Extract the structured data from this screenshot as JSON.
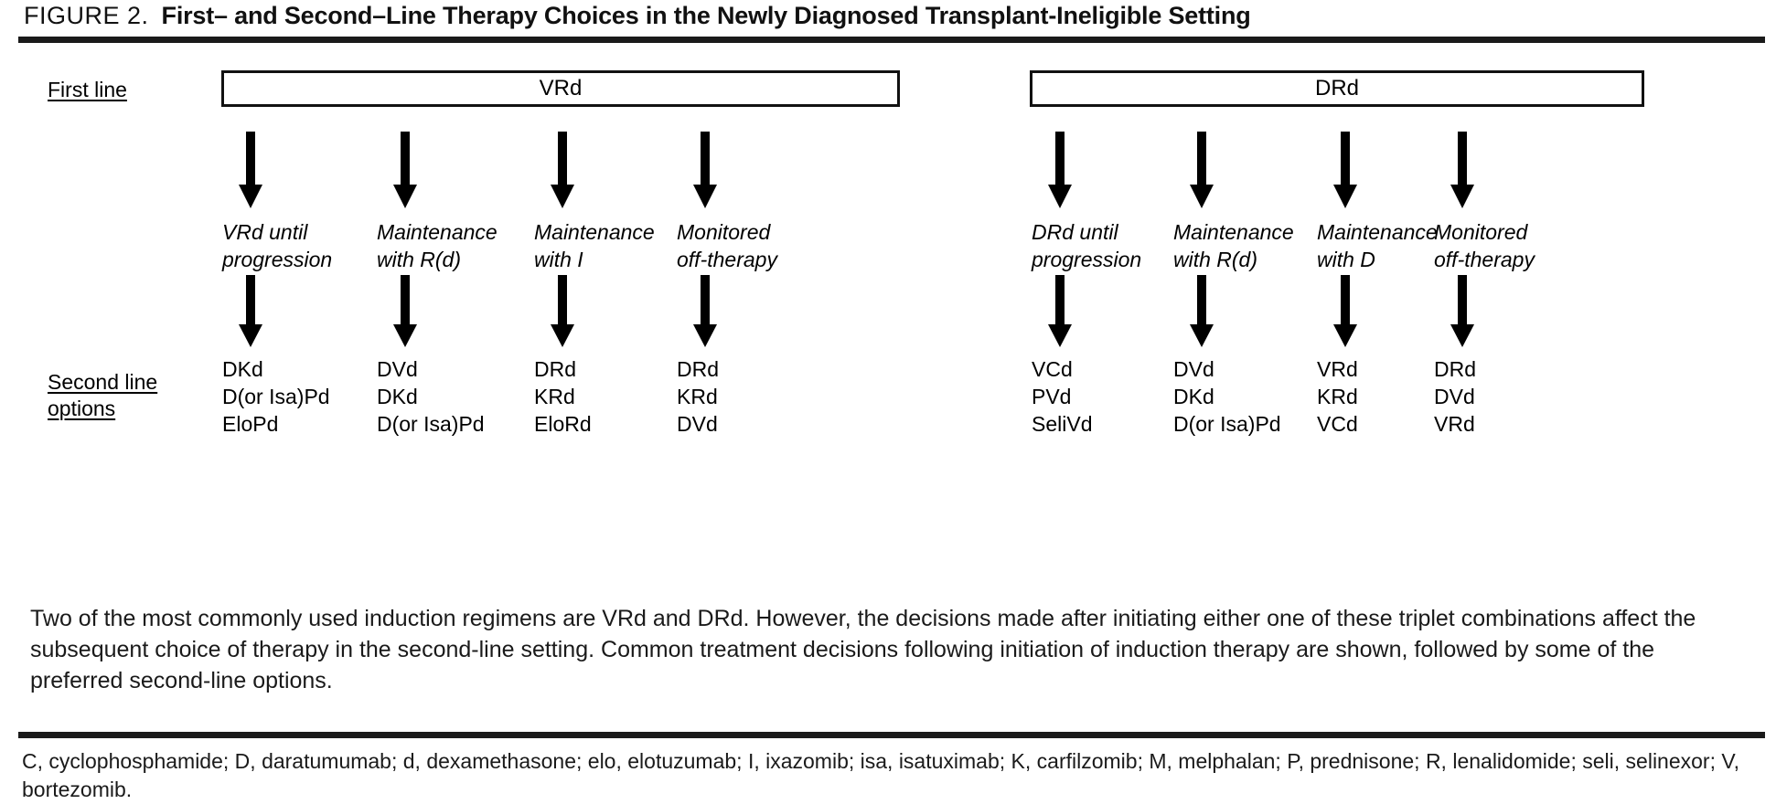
{
  "figure": {
    "number": "FIGURE 2.",
    "title": "First– and Second–Line Therapy Choices in the Newly Diagnosed Transplant-Ineligible Setting"
  },
  "row_labels": {
    "first_line": "First line",
    "second_line_1": "Second line",
    "second_line_2": "options"
  },
  "regimens": [
    {
      "name": "VRd"
    },
    {
      "name": "DRd"
    }
  ],
  "columns": [
    {
      "group": "VRd",
      "label": "VRd until\nprogression",
      "options": [
        "DKd",
        "D(or Isa)Pd",
        "EloPd"
      ]
    },
    {
      "group": "VRd",
      "label": "Maintenance\nwith R(d)",
      "options": [
        "DVd",
        "DKd",
        "D(or Isa)Pd"
      ]
    },
    {
      "group": "VRd",
      "label": "Maintenance\nwith I",
      "options": [
        "DRd",
        "KRd",
        "EloRd"
      ]
    },
    {
      "group": "VRd",
      "label": "Monitored\noff-therapy",
      "options": [
        "DRd",
        "KRd",
        "DVd"
      ]
    },
    {
      "group": "DRd",
      "label": "DRd until\nprogression",
      "options": [
        "VCd",
        "PVd",
        "SeliVd"
      ]
    },
    {
      "group": "DRd",
      "label": "Maintenance\nwith R(d)",
      "options": [
        "DVd",
        "DKd",
        "D(or Isa)Pd"
      ]
    },
    {
      "group": "DRd",
      "label": "Maintenance\nwith D",
      "options": [
        "VRd",
        "KRd",
        "VCd"
      ]
    },
    {
      "group": "DRd",
      "label": "Monitored\noff-therapy",
      "options": [
        "DRd",
        "DVd",
        "VRd"
      ]
    }
  ],
  "caption": "Two of the most commonly used induction regimens are VRd and DRd. However, the decisions made after initiating either one of these triplet combinations affect the subsequent choice of therapy in the second-line setting. Common treatment decisions following initiation of induction therapy are shown, followed by some of the preferred second-line options.",
  "footnote": "C, cyclophosphamide; D, daratumumab; d, dexamethasone; elo, elotuzumab; I, ixazomib; isa, isatuximab; K, carfilzomib; M, melphalan; P, prednisone; R, lenalidomide; seli, selinexor; V, bortezomib.",
  "colors": {
    "rule": "#1a1a1a",
    "text": "#000000",
    "box_border": "#111111",
    "background": "#ffffff"
  }
}
